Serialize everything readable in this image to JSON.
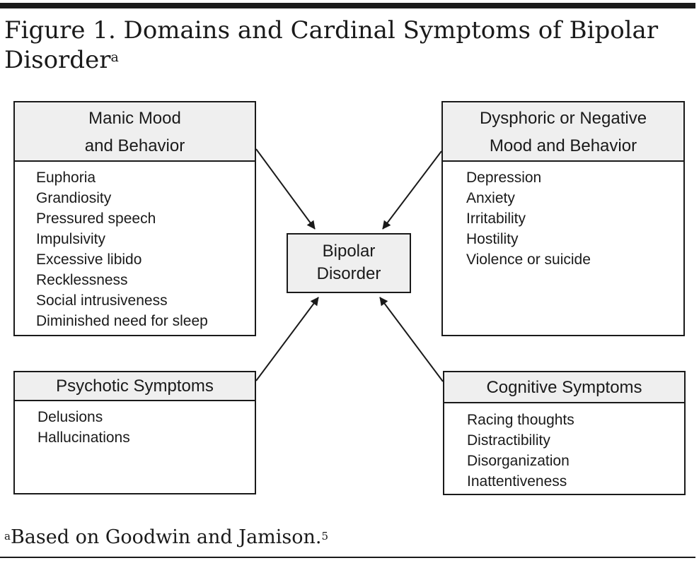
{
  "title": {
    "text": "Figure 1. Domains and Cardinal Symptoms of Bipolar Disorder",
    "superscript": "a"
  },
  "center": {
    "line1": "Bipolar",
    "line2": "Disorder"
  },
  "boxes": {
    "manic": {
      "header_line1": "Manic Mood",
      "header_line2": "and Behavior",
      "items": [
        "Euphoria",
        "Grandiosity",
        "Pressured speech",
        "Impulsivity",
        "Excessive libido",
        "Recklessness",
        "Social intrusiveness",
        "Diminished need for sleep"
      ]
    },
    "dysphoric": {
      "header_line1": "Dysphoric or Negative",
      "header_line2": "Mood and Behavior",
      "items": [
        "Depression",
        "Anxiety",
        "Irritability",
        "Hostility",
        "Violence or suicide"
      ]
    },
    "psychotic": {
      "header": "Psychotic Symptoms",
      "items": [
        "Delusions",
        "Hallucinations"
      ]
    },
    "cognitive": {
      "header": "Cognitive Symptoms",
      "items": [
        "Racing thoughts",
        "Distractibility",
        "Disorganization",
        "Inattentiveness"
      ]
    }
  },
  "footnote": {
    "superscript": "a",
    "text": "Based on Goodwin and Jamison.",
    "reference": "5"
  }
}
